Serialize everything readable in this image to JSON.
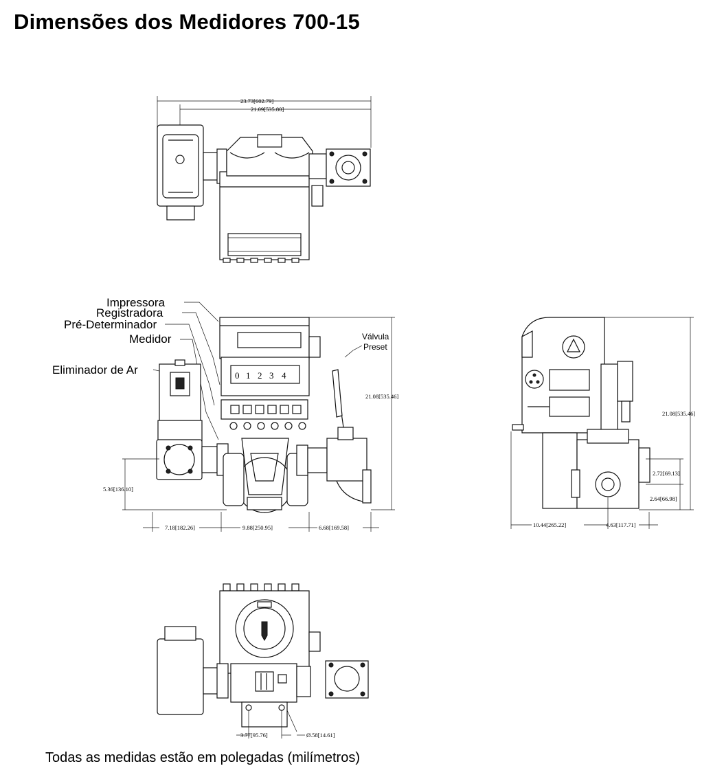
{
  "title": "Dimensões dos Medidores 700-15",
  "footnote": "Todas as medidas estão em polegadas (milímetros)",
  "views": {
    "top": {
      "dim_overall": "23.73[602.79]",
      "dim_inner": "21.09[535.80]"
    },
    "front": {
      "callouts": {
        "impressora": "Impressora",
        "registradora": "Registradora",
        "pre_determinador": "Pré-Determinador",
        "medidor": "Medidor",
        "eliminador": "Eliminador de Ar",
        "valvula_1": "Válvula",
        "valvula_2": "Preset"
      },
      "counter_digits": [
        "0",
        "1",
        "2",
        "3",
        "4"
      ],
      "dim_height": "21.08[535.46]",
      "dim_inlet_height": "5.36[136.10]",
      "dim_left": "7.18[182.26]",
      "dim_center": "9.88[250.95]",
      "dim_right": "6.68[169.58]"
    },
    "side": {
      "dim_height": "21.08[535.46]",
      "dim_upper": "2.72[69.13]",
      "dim_lower": "2.64[66.98]",
      "dim_width": "10.44[265.22]",
      "dim_offset": "4.63[117.71]"
    },
    "bottom": {
      "dim_spacing": "3.77[95.76]",
      "dim_hole": "Ø.58[14.61]"
    }
  }
}
